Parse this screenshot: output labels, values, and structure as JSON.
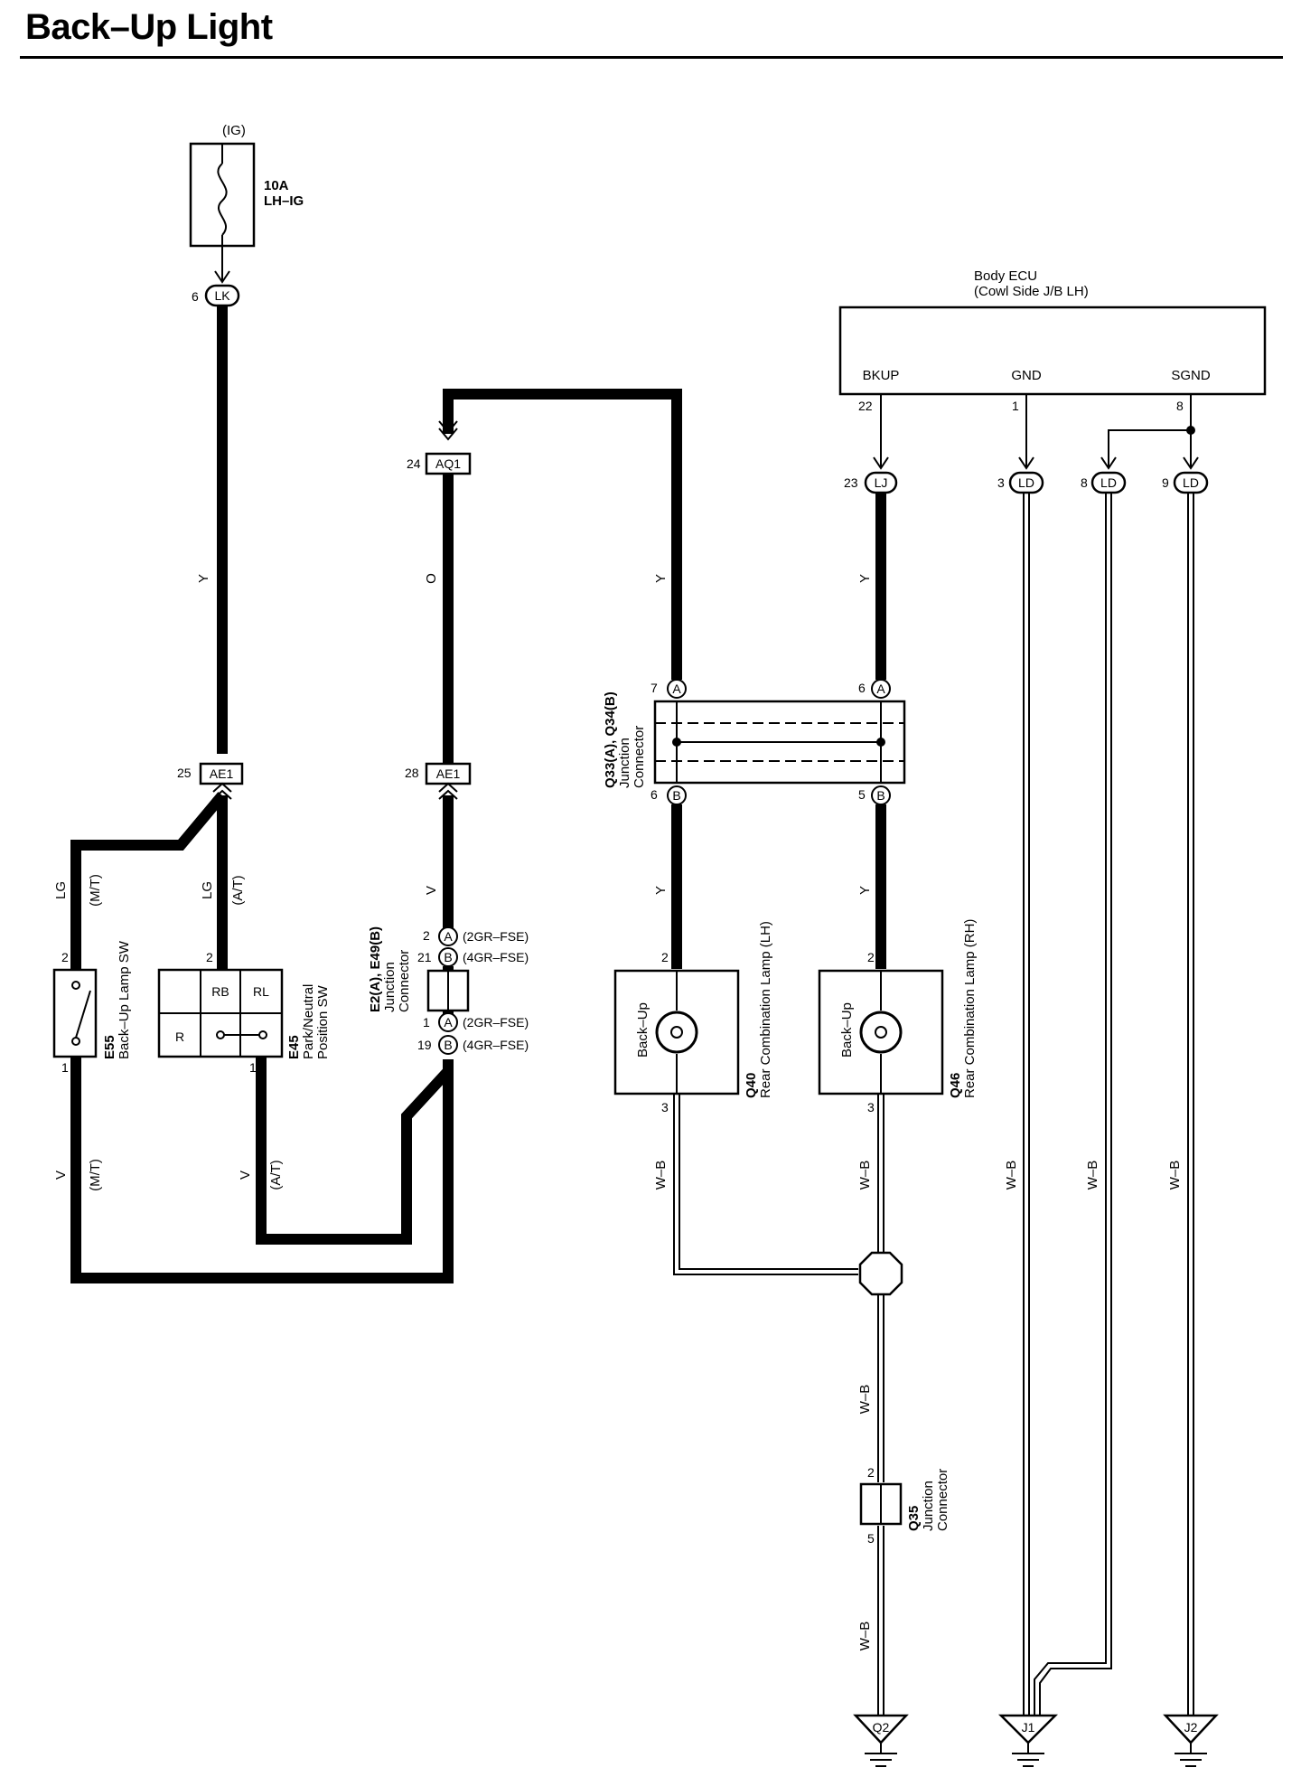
{
  "title": "Back–Up Light",
  "fuse": {
    "source": "(IG)",
    "rating": "10A",
    "name": "LH–IG"
  },
  "connectors": {
    "lk": {
      "pin": "6",
      "code": "LK"
    },
    "aq1": {
      "pin": "24",
      "code": "AQ1"
    },
    "ae1_left": {
      "pin": "25",
      "code": "AE1"
    },
    "ae1_right": {
      "pin": "28",
      "code": "AE1"
    },
    "lj": {
      "pin": "23",
      "code": "LJ"
    },
    "ld1": {
      "pin": "3",
      "code": "LD"
    },
    "ld2": {
      "pin": "8",
      "code": "LD"
    },
    "ld3": {
      "pin": "9",
      "code": "LD"
    }
  },
  "body_ecu": {
    "name": "Body ECU",
    "location": "(Cowl Side J/B LH)",
    "terminals": [
      {
        "name": "BKUP",
        "pin": "22"
      },
      {
        "name": "GND",
        "pin": "1"
      },
      {
        "name": "SGND",
        "pin": "8"
      }
    ]
  },
  "wire_colors": {
    "y1": "Y",
    "o": "O",
    "y2": "Y",
    "y3": "Y",
    "lg_mt": "LG",
    "lg_at": "LG",
    "v_mid": "V",
    "y4": "Y",
    "y5": "Y",
    "v_mt": "V",
    "v_at": "V",
    "wb1": "W–B",
    "wb2": "W–B",
    "wb3": "W–B",
    "wb4": "W–B",
    "wb5": "W–B",
    "wb6": "W–B",
    "wb7": "W–B"
  },
  "variants": {
    "mt": "(M/T)",
    "at": "(A/T)"
  },
  "switches": {
    "e55": {
      "code": "E55",
      "name": "Back–Up Lamp SW",
      "pin_top": "2",
      "pin_bottom": "1"
    },
    "e45": {
      "code": "E45",
      "name1": "Park/Neutral",
      "name2": "Position SW",
      "pin_top": "2",
      "pin_bottom": "1",
      "rb": "RB",
      "rl": "RL",
      "r": "R"
    }
  },
  "jc_e2": {
    "code": "E2(A), E49(B)",
    "name1": "Junction",
    "name2": "Connector",
    "rows": [
      {
        "pin": "2",
        "tag": "A",
        "variant": "(2GR–FSE)"
      },
      {
        "pin": "21",
        "tag": "B",
        "variant": "(4GR–FSE)"
      },
      {
        "pin": "1",
        "tag": "A",
        "variant": "(2GR–FSE)"
      },
      {
        "pin": "19",
        "tag": "B",
        "variant": "(4GR–FSE)"
      }
    ]
  },
  "jc_q33": {
    "code": "Q33(A), Q34(B)",
    "name1": "Junction",
    "name2": "Connector",
    "pins": {
      "tl": "7",
      "tl_tag": "A",
      "tr": "6",
      "tr_tag": "A",
      "bl": "6",
      "bl_tag": "B",
      "br": "5",
      "br_tag": "B"
    }
  },
  "lamps": {
    "q40": {
      "code": "Q40",
      "name": "Rear Combination Lamp (LH)",
      "bulb": "Back–Up",
      "pin_top": "2",
      "pin_bottom": "3"
    },
    "q46": {
      "code": "Q46",
      "name": "Rear Combination Lamp (RH)",
      "bulb": "Back–Up",
      "pin_top": "2",
      "pin_bottom": "3"
    }
  },
  "jc_q35": {
    "code": "Q35",
    "name1": "Junction",
    "name2": "Connector",
    "pin_top": "2",
    "pin_bottom": "5"
  },
  "grounds": {
    "q2": "Q2",
    "j1": "J1",
    "j2": "J2"
  }
}
